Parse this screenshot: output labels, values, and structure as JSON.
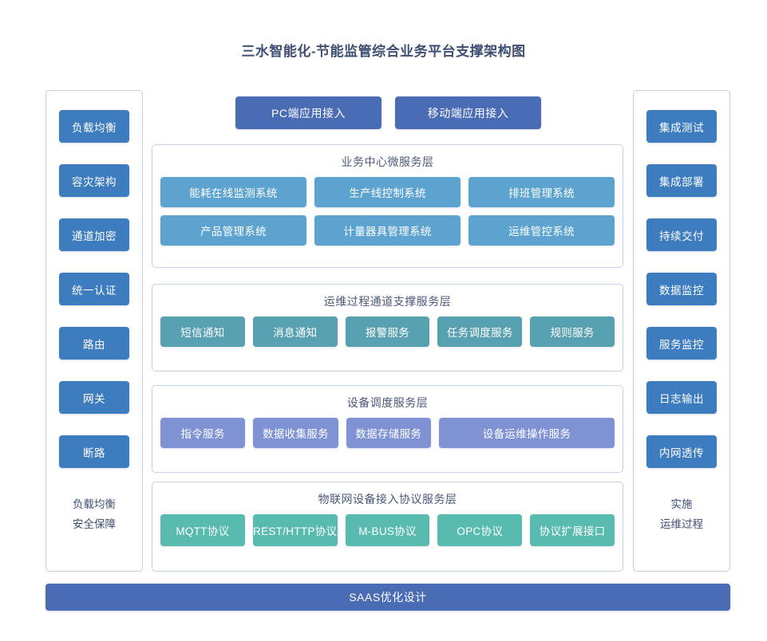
{
  "title": "三水智能化-节能监管综合业务平台支撑架构图",
  "colors": {
    "title_text": "#3f4f73",
    "sidebar_button": "#3d7cbe",
    "access_button": "#4a6cb4",
    "business_layer": "#5ca3cf",
    "ops_layer": "#57a0b0",
    "device_layer": "#7f93d4",
    "iot_layer": "#59bbb0",
    "panel_border": "#c7cfe9",
    "bottom_bar": "#4a6cb4"
  },
  "left_column": {
    "items": [
      {
        "label": "负载均衡"
      },
      {
        "label": "容灾架构"
      },
      {
        "label": "通道加密"
      },
      {
        "label": "统一认证"
      },
      {
        "label": "路由"
      },
      {
        "label": "网关"
      },
      {
        "label": "断路"
      }
    ],
    "footer_line1": "负载均衡",
    "footer_line2": "安全保障"
  },
  "right_column": {
    "items": [
      {
        "label": "集成测试"
      },
      {
        "label": "集成部署"
      },
      {
        "label": "持续交付"
      },
      {
        "label": "数据监控"
      },
      {
        "label": "服务监控"
      },
      {
        "label": "日志输出"
      },
      {
        "label": "内网透传"
      }
    ],
    "footer_line1": "实施",
    "footer_line2": "运维过程"
  },
  "access": {
    "buttons": [
      {
        "label": "PC端应用接入"
      },
      {
        "label": "移动端应用接入"
      }
    ]
  },
  "layers": [
    {
      "id": "business",
      "title": "业务中心微服务层",
      "rows": [
        [
          {
            "label": "能耗在线监测系统"
          },
          {
            "label": "生产线控制系统"
          },
          {
            "label": "排班管理系统"
          }
        ],
        [
          {
            "label": "产品管理系统"
          },
          {
            "label": "计量器具管理系统"
          },
          {
            "label": "运维管控系统"
          }
        ]
      ]
    },
    {
      "id": "ops",
      "title": "运维过程通道支撑服务层",
      "rows": [
        [
          {
            "label": "短信通知"
          },
          {
            "label": "消息通知"
          },
          {
            "label": "报警服务"
          },
          {
            "label": "任务调度服务"
          },
          {
            "label": "规则服务"
          }
        ]
      ]
    },
    {
      "id": "device",
      "title": "设备调度服务层",
      "rows": [
        [
          {
            "label": "指令服务"
          },
          {
            "label": "数据收集服务"
          },
          {
            "label": "数据存储服务"
          },
          {
            "label": "设备运维操作服务",
            "wide": true
          }
        ]
      ]
    },
    {
      "id": "iot",
      "title": "物联网设备接入协议服务层",
      "rows": [
        [
          {
            "label": "MQTT协议"
          },
          {
            "label": "REST/HTTP协议"
          },
          {
            "label": "M-BUS协议"
          },
          {
            "label": "OPC协议"
          },
          {
            "label": "协议扩展接口"
          }
        ]
      ]
    }
  ],
  "bottom_bar": {
    "label": "SAAS优化设计"
  }
}
